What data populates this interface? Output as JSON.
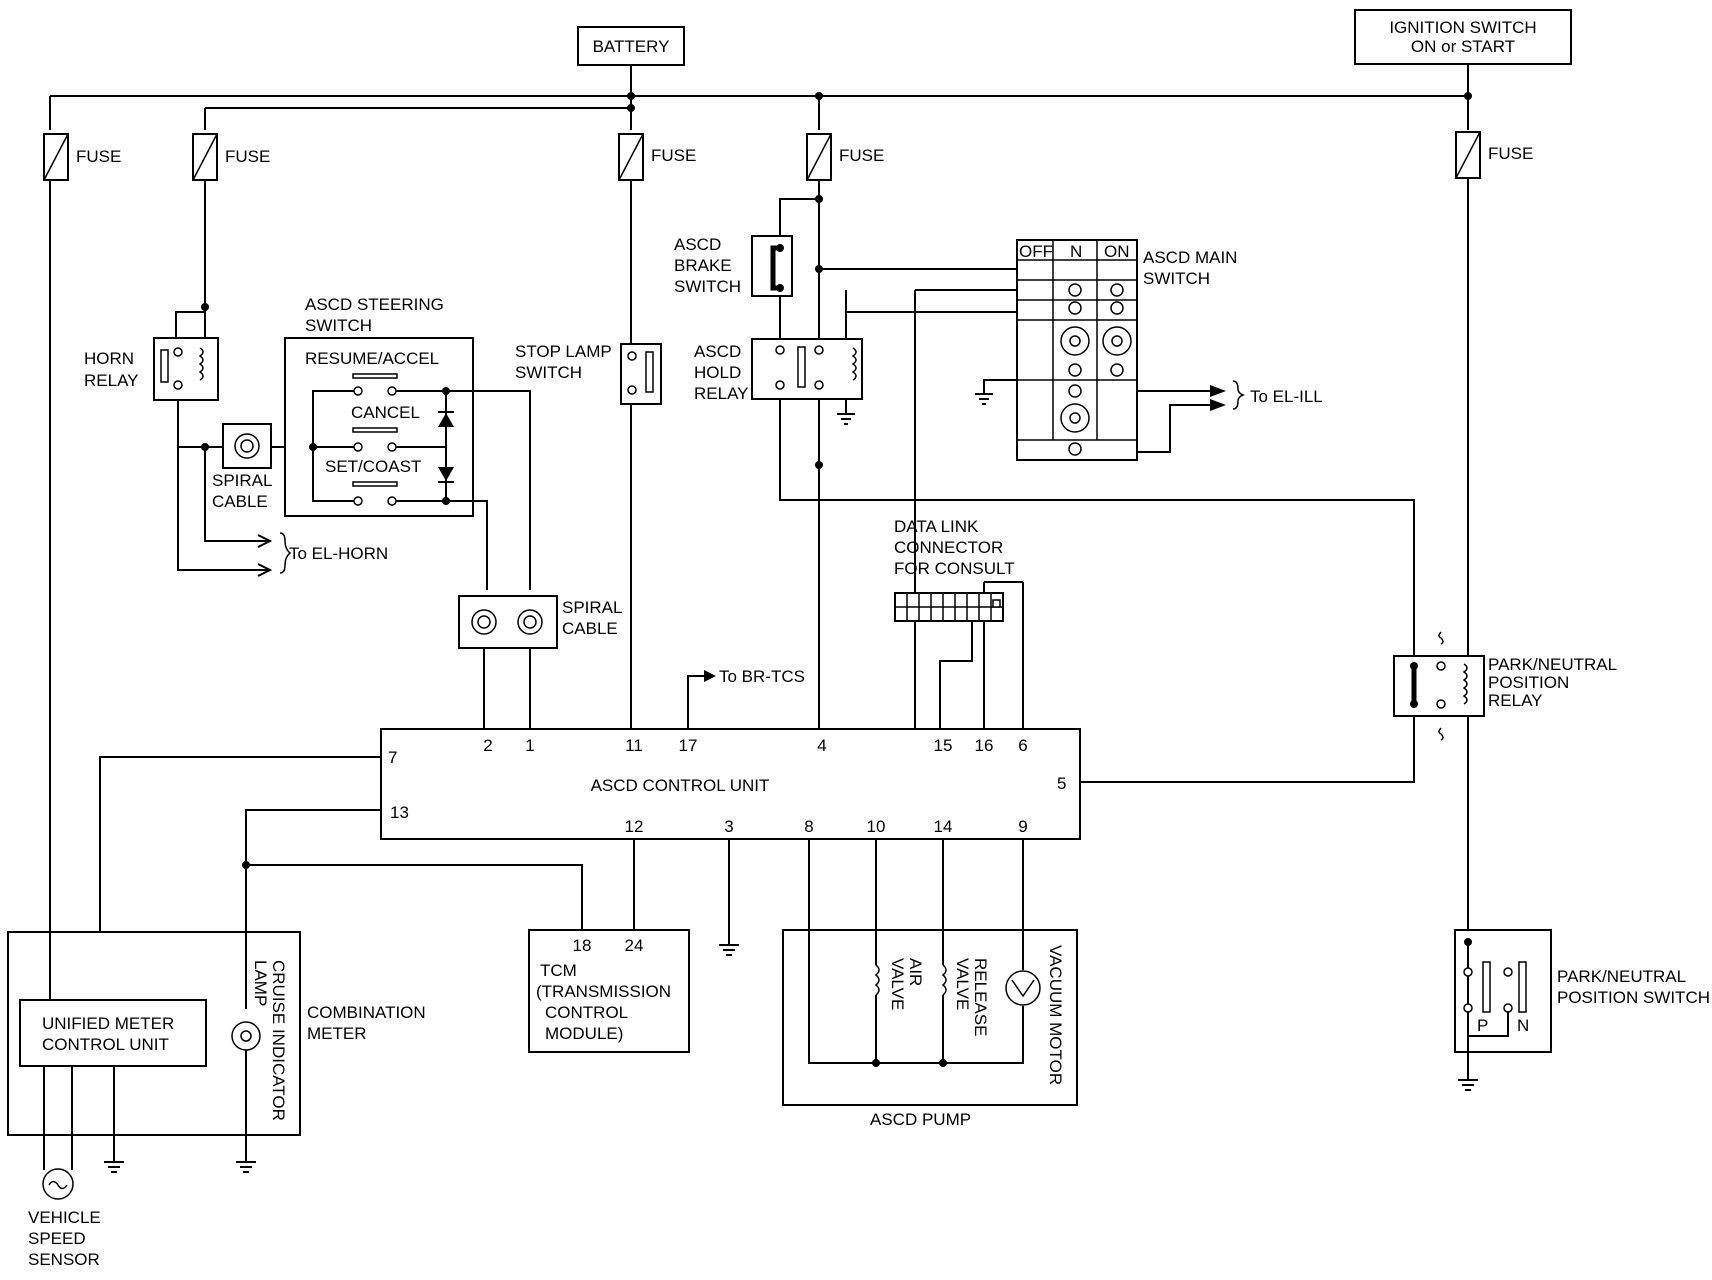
{
  "labels": {
    "battery": "BATTERY",
    "ign1": "IGNITION SWITCH",
    "ign2": "ON or START",
    "fuse": "FUSE",
    "horn_relay": [
      "HORN",
      "RELAY"
    ],
    "steering_switch": [
      "ASCD STEERING",
      "SWITCH"
    ],
    "resume_accel": "RESUME/ACCEL",
    "cancel": "CANCEL",
    "set_coast": "SET/COAST",
    "spiral_cable": [
      "SPIRAL",
      "CABLE"
    ],
    "stop_lamp": [
      "STOP LAMP",
      "SWITCH"
    ],
    "brake_switch": [
      "ASCD",
      "BRAKE",
      "SWITCH"
    ],
    "hold_relay": [
      "ASCD",
      "HOLD",
      "RELAY"
    ],
    "main_switch": [
      "ASCD MAIN",
      "SWITCH"
    ],
    "sw_off": "OFF",
    "sw_n": "N",
    "sw_on": "ON",
    "to_el_ill": "To EL-ILL",
    "to_el_horn": "To EL-HORN",
    "to_br_tcs": "To BR-TCS",
    "data_link": [
      "DATA LINK",
      "CONNECTOR",
      "FOR CONSULT"
    ],
    "pn_relay": [
      "PARK/NEUTRAL",
      "POSITION",
      "RELAY"
    ],
    "control_unit": "ASCD CONTROL UNIT",
    "tcm": [
      "TCM",
      "(TRANSMISSION",
      "CONTROL",
      "MODULE)"
    ],
    "tcm_pins": [
      "18",
      "24"
    ],
    "unified_meter": [
      "UNIFIED METER",
      "CONTROL UNIT"
    ],
    "combination_meter": [
      "COMBINATION",
      "METER"
    ],
    "cruise_lamp": [
      "CRUISE INDICATOR",
      "LAMP"
    ],
    "vss": [
      "VEHICLE",
      "SPEED",
      "SENSOR"
    ],
    "air_valve": [
      "AIR",
      "VALVE"
    ],
    "release_valve": [
      "RELEASE",
      "VALVE"
    ],
    "vacuum_motor": "VACUUM MOTOR",
    "ascd_pump": "ASCD PUMP",
    "pn_switch": [
      "PARK/NEUTRAL",
      "POSITION SWITCH"
    ],
    "pn_p": "P",
    "pn_n": "N"
  },
  "pins": {
    "p2": "2",
    "p1": "1",
    "p11": "11",
    "p17": "17",
    "p4": "4",
    "p15": "15",
    "p16": "16",
    "p6": "6",
    "p7": "7",
    "p13": "13",
    "p5": "5",
    "p12": "12",
    "p3": "3",
    "p8": "8",
    "p10": "10",
    "p14": "14",
    "p9": "9"
  }
}
